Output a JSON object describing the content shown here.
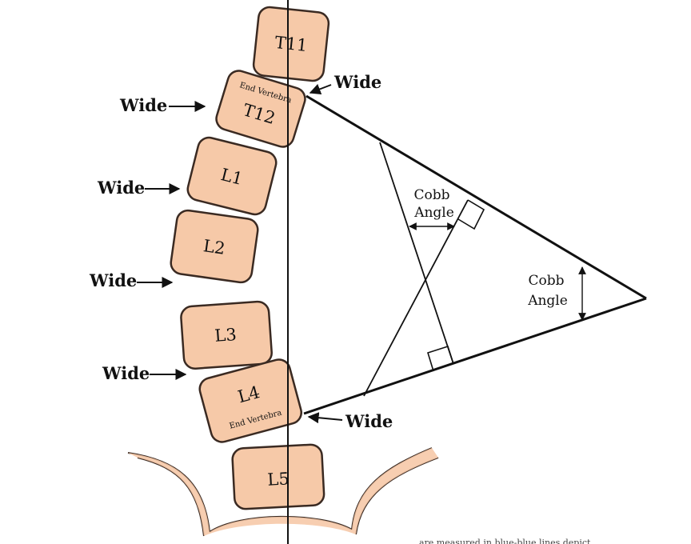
{
  "diagram": {
    "vertebrae": {
      "t11": "T11",
      "t12": "T12",
      "l1": "L1",
      "l2": "L2",
      "l3": "L3",
      "l4": "L4",
      "l5": "L5"
    },
    "end_vertebra_upper": "End Vertebra",
    "end_vertebra_lower": "End Vertebra",
    "wide_label": "Wide",
    "cobb_angle_inner": {
      "line1": "Cobb",
      "line2": "Angle"
    },
    "cobb_angle_outer": {
      "line1": "Cobb",
      "line2": "Angle"
    },
    "footer_partial": "... are measured in blue-blue lines depict..."
  },
  "colors": {
    "bone_fill": "#f6c9a8",
    "bone_stroke": "#3a2a22",
    "line": "#111111"
  }
}
